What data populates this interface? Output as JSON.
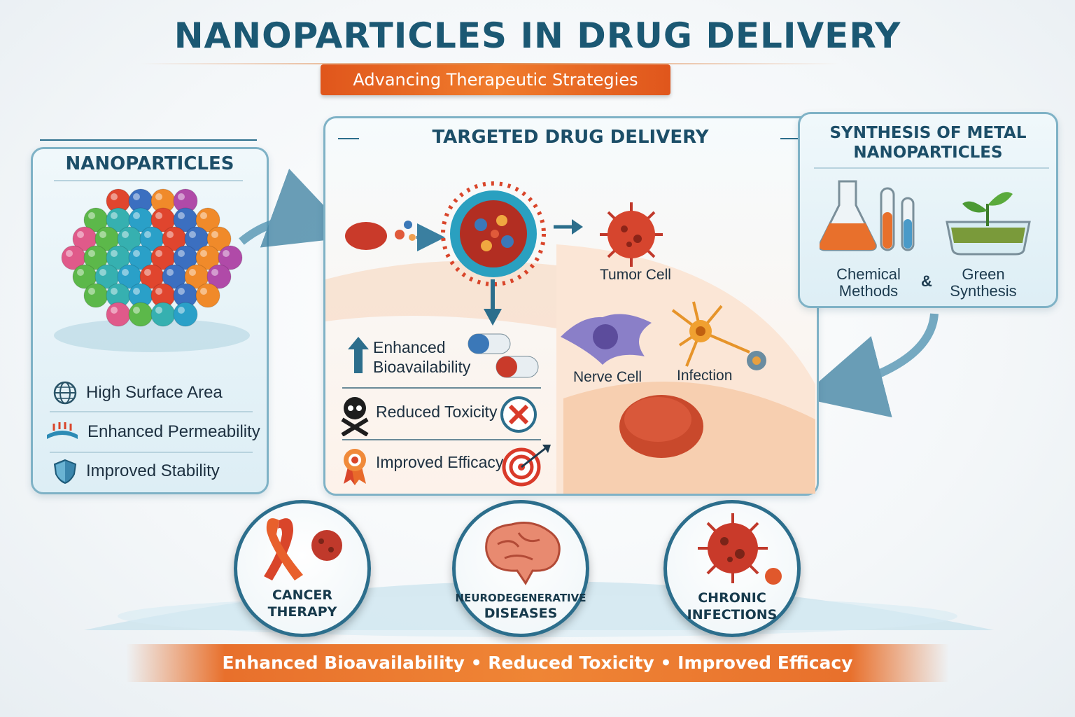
{
  "header": {
    "title": "NANOPARTICLES IN DRUG DELIVERY",
    "subtitle": "Advancing Therapeutic Strategies"
  },
  "nanoparticles_panel": {
    "title": "NANOPARTICLES",
    "features": [
      {
        "label": "High Surface Area",
        "icon": "globe-icon"
      },
      {
        "label": "Enhanced Permeability",
        "icon": "membrane-icon"
      },
      {
        "label": "Improved Stability",
        "icon": "shield-icon"
      }
    ]
  },
  "delivery_panel": {
    "title": "TARGETED DRUG DELIVERY",
    "tumor_label": "Tumor Cell",
    "nerve_label": "Nerve Cell",
    "infection_label": "Infection",
    "benefits": [
      {
        "line1": "Enhanced",
        "line2": "Bioavailability",
        "icon": "up-arrow-icon"
      },
      {
        "line1": "Reduced Toxicity",
        "icon": "skull-crossbones-icon"
      },
      {
        "line1": "Improved Efficacy",
        "icon": "award-ribbon-icon"
      }
    ]
  },
  "synthesis_panel": {
    "title_line1": "SYNTHESIS OF METAL",
    "title_line2": "NANOPARTICLES",
    "method1_line1": "Chemical",
    "method1_line2": "Methods",
    "joiner": "&",
    "method2_line1": "Green",
    "method2_line2": "Synthesis"
  },
  "applications": [
    {
      "line1": "CANCER",
      "line2": "THERAPY",
      "icon": "cancer-ribbon-icon"
    },
    {
      "line1": "NEURODEGENERATIVE",
      "line2": "DISEASES",
      "icon": "brain-icon"
    },
    {
      "line1": "CHRONIC",
      "line2": "INFECTIONS",
      "icon": "virus-icon"
    }
  ],
  "footer": {
    "banner": "Enhanced Bioavailability • Reduced Toxicity • Improved Efficacy"
  },
  "colors": {
    "title": "#1b5873",
    "accent_orange": "#e8702c",
    "panel_border": "#7fb2c6",
    "circle_border": "#2c6e8c"
  }
}
